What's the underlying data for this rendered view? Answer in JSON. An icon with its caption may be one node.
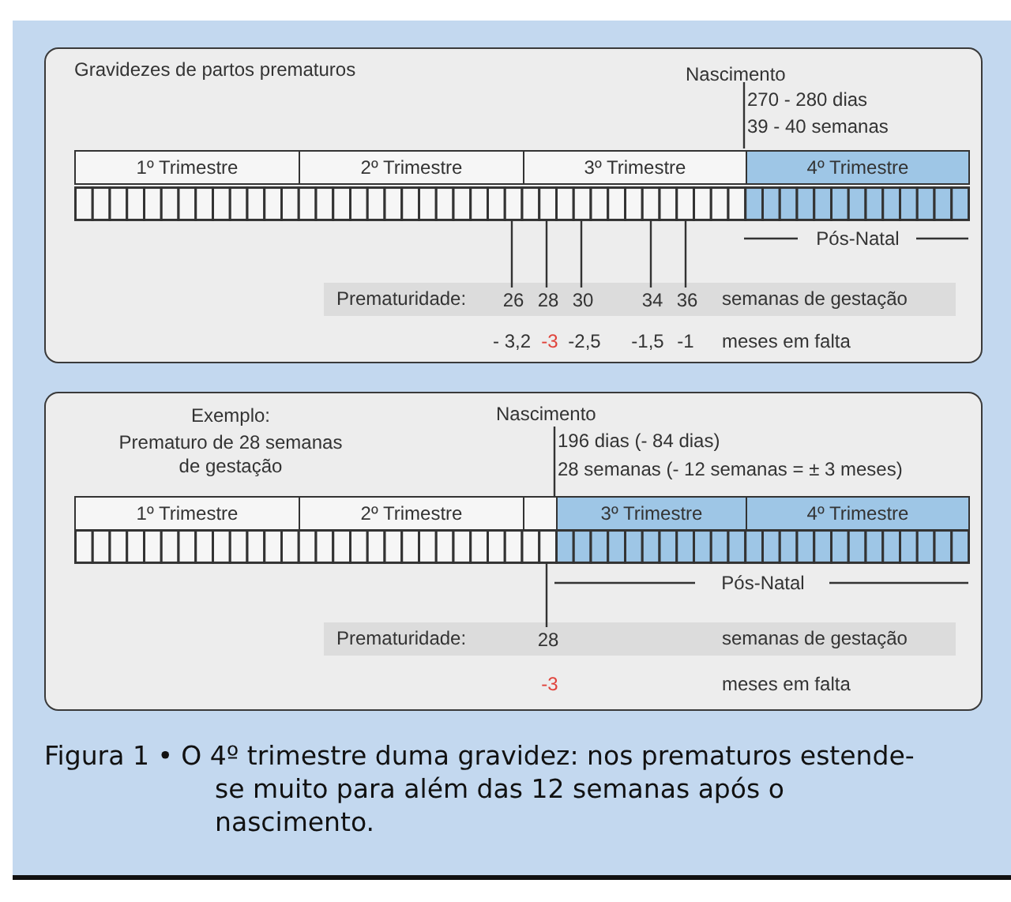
{
  "diagram": {
    "caption": "Figura 1 • O 4º trimestre duma gravidez: nos prematuros estende-se muito para além das 12 semanas após o nascimento.",
    "nodes": [
      {
        "text": [
          "Gravidezes de partos prematuros"
        ]
      },
      {
        "text": [
          "1º Trimestre"
        ],
        "in": 0
      },
      {
        "text": [
          "2º Trimestre"
        ],
        "in": 0
      },
      {
        "text": [
          "3º Trimestre"
        ],
        "in": 0
      },
      {
        "text": [
          "4º Trimestre"
        ],
        "in": 0
      },
      {
        "text": [],
        "shape": "bar",
        "in": 0
      },
      {
        "text": [
          "26"
        ],
        "in": 0
      },
      {
        "text": [
          "28"
        ],
        "in": 0
      },
      {
        "text": [
          "30"
        ],
        "in": 0
      },
      {
        "text": [
          "34"
        ],
        "in": 0
      },
      {
        "text": [
          "36"
        ],
        "in": 0
      },
      {
        "text": [
          "Exemplo:",
          "Prematuro de 28 semanas de gestação"
        ]
      },
      {
        "text": [
          "1º Trimestre"
        ],
        "in": 11
      },
      {
        "text": [
          "2º Trimestre"
        ],
        "in": 11
      },
      {
        "text": [],
        "shape": "box",
        "in": 11
      },
      {
        "text": [
          "3º Trimestre"
        ],
        "in": 11
      },
      {
        "text": [
          "4º Trimestre"
        ],
        "in": 11
      },
      {
        "text": [],
        "shape": "bar",
        "in": 11
      },
      {
        "text": [
          "28"
        ],
        "in": 11
      }
    ],
    "edges": [
      {
        "from": 5,
        "to": 6,
        "arrow": "none"
      },
      {
        "from": 5,
        "to": 7,
        "arrow": "none"
      },
      {
        "from": 5,
        "to": 8,
        "arrow": "none"
      },
      {
        "from": 5,
        "to": 9,
        "arrow": "none"
      },
      {
        "from": 5,
        "to": 10,
        "arrow": "none"
      },
      {
        "from": 17,
        "to": 18,
        "arrow": "none"
      }
    ],
    "labels": [
      "Nascimento",
      "270 - 280 dias",
      "39 - 40 semanas",
      "Pós-Natal",
      "Prematuridade:",
      "semanas de gestação",
      "- 3,2",
      "-3",
      "-2,5",
      "-1,5",
      "-1",
      "meses em falta",
      "Nascimento",
      "196 dias (- 84 dias)",
      "28 semanas (- 12 semanas = ± 3 meses)",
      "Pós-Natal",
      "Prematuridade:",
      "semanas de gestação",
      "-3",
      "meses em falta"
    ]
  }
}
